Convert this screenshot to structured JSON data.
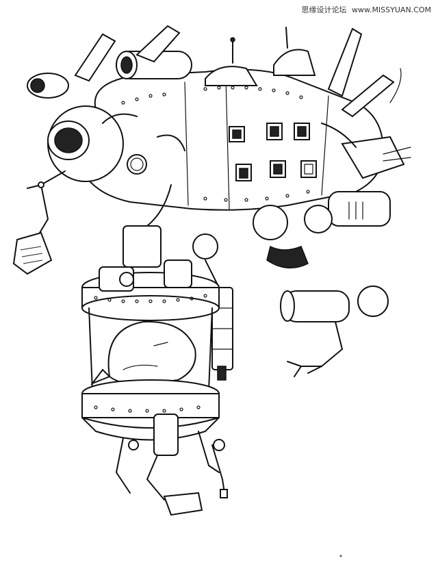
{
  "watermark": {
    "site_name": "思缘设计论坛",
    "site_url": "www.MISSYUAN.COM"
  },
  "illustration": {
    "subject": "pen-and-ink drawing of a fantastical flying mechanical machine with a whale in a glass tank",
    "style": "black ink line art on white"
  },
  "colors": {
    "ink": "#111111",
    "paper": "#ffffff"
  }
}
